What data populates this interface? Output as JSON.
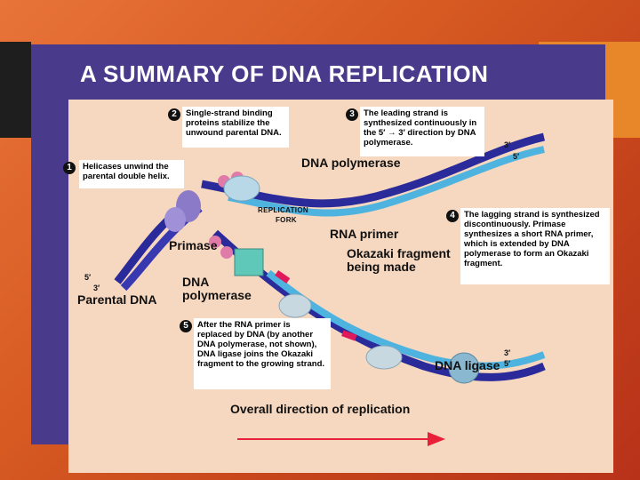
{
  "title": "A SUMMARY OF DNA REPLICATION",
  "notes": {
    "n1": {
      "num": "1",
      "text": "Helicases unwind the parental double helix."
    },
    "n2": {
      "num": "2",
      "text": "Single-strand binding proteins stabilize the unwound parental DNA."
    },
    "n3": {
      "num": "3",
      "text": "The leading strand is synthesized continuously in the 5′ → 3′ direction by DNA polymerase."
    },
    "n4": {
      "num": "4",
      "text": "The lagging strand is synthesized discontinuously. Primase synthesizes a short RNA primer, which is extended by DNA polymerase to form an Okazaki fragment."
    },
    "n5": {
      "num": "5",
      "text": "After the RNA primer is replaced by DNA (by another DNA polymerase, not shown), DNA ligase joins the Okazaki fragment to the growing strand."
    }
  },
  "labels": {
    "dna_polymerase_top": "DNA polymerase",
    "replication_fork_1": "REPLICATION",
    "replication_fork_2": "FORK",
    "rna_primer": "RNA primer",
    "primase": "Primase",
    "okazaki_1": "Okazaki fragment",
    "okazaki_2": "being made",
    "dna_polymerase_bottom_1": "DNA",
    "dna_polymerase_bottom_2": "polymerase",
    "parental_dna": "Parental DNA",
    "dna_ligase": "DNA ligase",
    "overall_direction": "Overall direction of replication"
  },
  "strand_ends": {
    "left_5": "5′",
    "left_3": "3′",
    "top_right_3": "3′",
    "top_right_5": "5′",
    "bottom_right_3": "3′",
    "bottom_right_5": "5′"
  },
  "colors": {
    "background": "#d65a22",
    "slide": "#4a3a8c",
    "panel": "#f6d7bf",
    "parental_strand": "#2a2a9a",
    "new_strand": "#4fb3e0",
    "rna_primer": "#e01a5a",
    "arrow": "#e8203a"
  }
}
